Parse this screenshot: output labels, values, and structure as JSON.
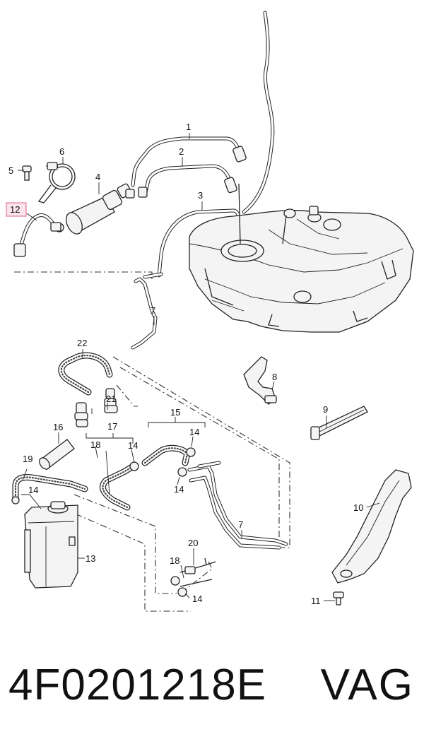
{
  "footer": {
    "part_number": "4F0201218E",
    "brand": "VAG"
  },
  "callouts": {
    "c1": "1",
    "c2": "2",
    "c3": "3",
    "c4": "4",
    "c5": "5",
    "c6": "6",
    "c7a": "7",
    "c7b": "7",
    "c8": "8",
    "c9": "9",
    "c10": "10",
    "c11": "11",
    "c12": "12",
    "c13": "13",
    "c14a": "14",
    "c14b": "14",
    "c14c": "14",
    "c14d": "14",
    "c14e": "14",
    "c15": "15",
    "c16": "16",
    "c17": "17",
    "c18a": "18",
    "c18b": "18",
    "c19": "19",
    "c20": "20",
    "c21": "21",
    "c22": "22"
  },
  "highlight": {
    "color": "#e0608a",
    "fill": "#fbe4ec"
  }
}
